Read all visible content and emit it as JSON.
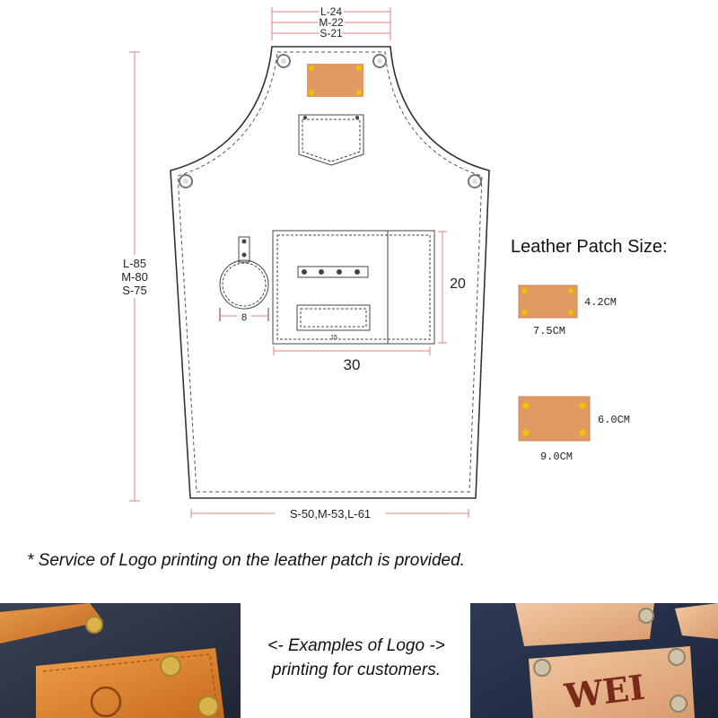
{
  "top_sizes": [
    "L-24",
    "M-22",
    "S-21"
  ],
  "length_sizes": [
    "L-85",
    "M-80",
    "S-75"
  ],
  "bottom_size": "S-50,M-53,L-61",
  "pocket": {
    "width": "30",
    "height": "20",
    "small_label": "15"
  },
  "ring_width": "8",
  "patch_heading": "Leather Patch Size:",
  "patches": [
    {
      "width": "7.5CM",
      "height": "4.2CM"
    },
    {
      "width": "9.0CM",
      "height": "6.0CM"
    }
  ],
  "service_note": "* Service of Logo printing on the leather patch is provided.",
  "examples_caption": [
    "<- Examples of Logo ->",
    "printing for customers."
  ],
  "photo_right_logo": "WEI",
  "colors": {
    "patch": "#e09a63",
    "rivet": "#f2c200",
    "dim_line": "#e07f7f",
    "denim": "#2c3546"
  }
}
